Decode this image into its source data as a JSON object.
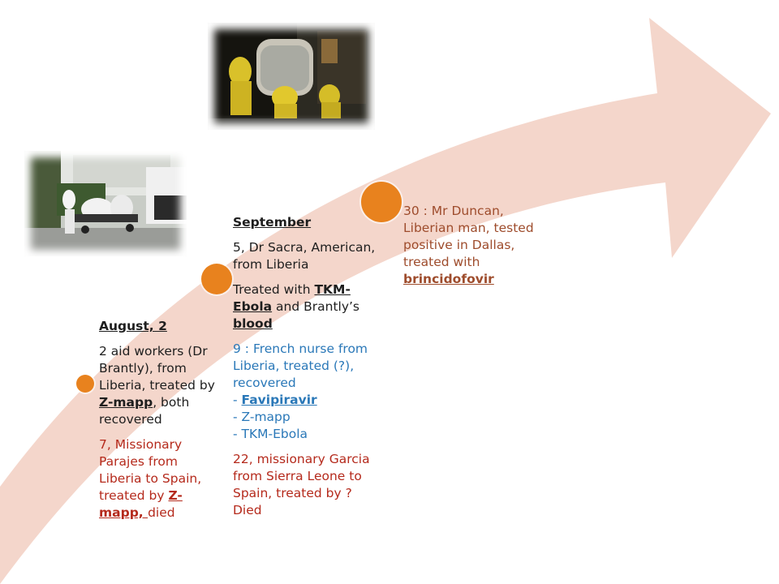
{
  "colors": {
    "arrow_fill": "#f4d6cb",
    "dot": "#e8821e",
    "text_dark": "#1e1e1e",
    "text_red": "#b52a1c",
    "text_blue": "#2a78b8",
    "text_brown": "#9e4c2c"
  },
  "images": [
    {
      "name": "august-photo",
      "depicts": "medical workers in protective suits moving patient on stretcher outdoors"
    },
    {
      "name": "september-photo",
      "depicts": "workers in yellow hazmat suits loading isolation pod into ambulance at night"
    }
  ],
  "august": {
    "heading": "August, 2",
    "entry1": {
      "pre": "2 aid workers (Dr Brantly), from Liberia, treated by ",
      "link": "Z-mapp",
      "post": ", both recovered"
    },
    "entry2": {
      "pre": "7, Missionary Parajes from Liberia to Spain, treated by ",
      "link": "Z-mapp, ",
      "post": " died"
    }
  },
  "september": {
    "heading": "September",
    "entry1": "5, Dr Sacra, American, from Liberia",
    "entry2": {
      "pre": "Treated with ",
      "link1": "TKM-Ebola",
      "mid": " and Brantly’s ",
      "link2": "blood"
    },
    "entry3": {
      "intro": "9 : French nurse from Liberia, treated (?), recovered",
      "item1_prefix": "- ",
      "item1_link": "Favipiravir",
      "item2": "- Z-mapp",
      "item3": "- TKM-Ebola"
    },
    "entry4": "22, missionary Garcia from Sierra Leone to Spain, treated by ? Died"
  },
  "late_september": {
    "entry": {
      "pre": "30 : Mr Duncan, Liberian man, tested positive in Dallas, treated with ",
      "link": "brincidofovir"
    }
  }
}
